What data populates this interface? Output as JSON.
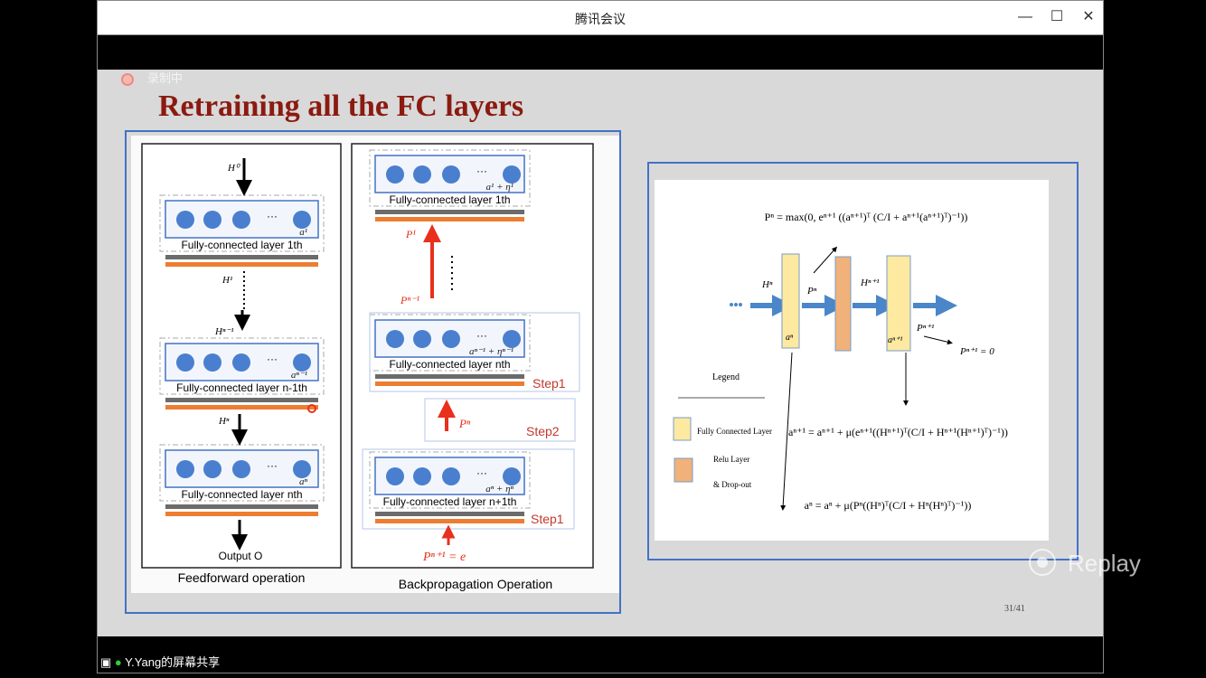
{
  "window": {
    "title": "腾讯会议",
    "minimize_icon": "minimize-icon",
    "maximize_icon": "maximize-icon",
    "close_icon": "close-icon"
  },
  "recording": {
    "label": "录制中"
  },
  "slide": {
    "title": "Retraining all the FC layers",
    "page": "31/41",
    "feedforward": {
      "caption": "Feedforward operation",
      "h0": "H⁰",
      "h1": "H¹",
      "hn1": "Hⁿ⁻¹",
      "hn": "Hⁿ",
      "layers": [
        {
          "label": "Fully-connected layer 1th",
          "a": "a¹"
        },
        {
          "label": "Fully-connected layer n-1th",
          "a": "aⁿ⁻¹"
        },
        {
          "label": "Fully-connected layer nth",
          "a": "aⁿ"
        }
      ],
      "output": "Output O"
    },
    "backprop": {
      "caption": "Backpropagation Operation",
      "layers": [
        {
          "label": "Fully-connected layer 1th",
          "a": "a¹ + η¹"
        },
        {
          "label": "Fully-connected layer nth",
          "a": "aⁿ⁻¹ + ηⁿ⁻¹"
        },
        {
          "label": "Fully-connected layer n+1th",
          "a": "aⁿ + ηⁿ"
        }
      ],
      "p1": "P¹",
      "pn1": "Pⁿ⁻¹",
      "pn": "Pⁿ",
      "pn_plus": "Pⁿ⁺¹ = e",
      "step1": "Step1",
      "step2": "Step2",
      "step1b": "Step1"
    },
    "right": {
      "formula_top": "Pⁿ = max(0, eⁿ⁺¹ ((aⁿ⁺¹)ᵀ (C/I + aⁿ⁺¹(aⁿ⁺¹)ᵀ)⁻¹))",
      "hn": "Hⁿ",
      "pn": "Pⁿ",
      "hn1": "Hⁿ⁺¹",
      "an": "aⁿ",
      "an1": "aⁿ⁺¹",
      "pn1": "Pⁿ⁺¹",
      "pn1_zero": "Pⁿ⁺¹ = 0",
      "legend_title": "Legend",
      "legend_fc": "Fully Connected Layer",
      "legend_relu": "Relu Layer",
      "legend_drop": "& Drop-out",
      "formula_mid": "aⁿ⁺¹ = aⁿ⁺¹ + μ(eⁿ⁺¹((Hⁿ⁺¹)ᵀ(C/I + Hⁿ⁺¹(Hⁿ⁺¹)ᵀ)⁻¹))",
      "formula_bot": "aⁿ = aⁿ + μ(Pⁿ((Hⁿ)ᵀ(C/I + Hⁿ(Hⁿ)ᵀ)⁻¹))"
    }
  },
  "replay": {
    "label": "Replay"
  },
  "share": {
    "label": "Y.Yang的屏幕共享"
  },
  "colors": {
    "title_red": "#8b1a10",
    "node_blue": "#4a7fcf",
    "orange": "#ed7d31",
    "gray": "#6b6b6b",
    "yellow": "#fde9a0",
    "relu": "#f0b27a",
    "frame_blue": "#4472c4",
    "red": "#e8301c"
  }
}
